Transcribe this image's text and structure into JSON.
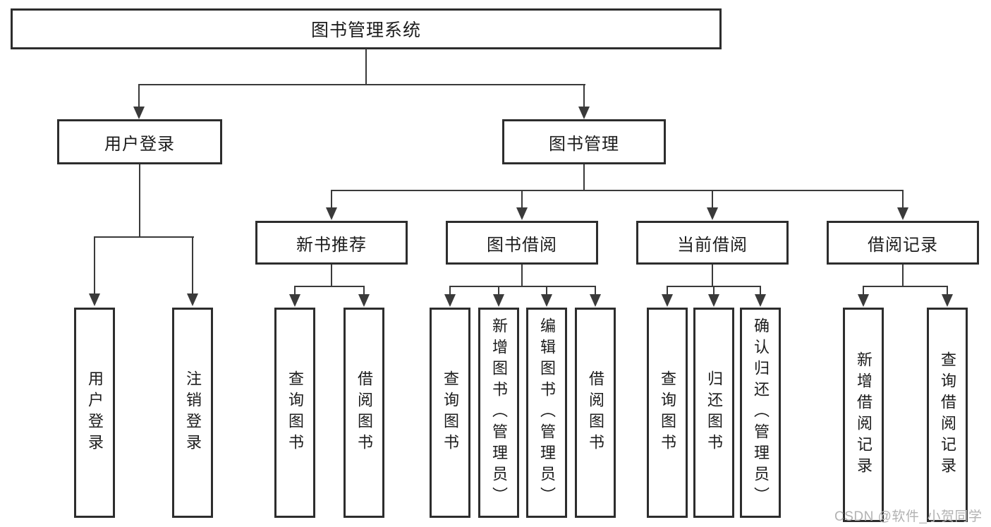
{
  "tree": {
    "root": {
      "label": "图书管理系统",
      "children": [
        {
          "label": "用户登录",
          "children": [
            {
              "label": "用户登录"
            },
            {
              "label": "注销登录"
            }
          ]
        },
        {
          "label": "图书管理",
          "children": [
            {
              "label": "新书推荐",
              "children": [
                {
                  "label": "查询图书"
                },
                {
                  "label": "借阅图书"
                }
              ]
            },
            {
              "label": "图书借阅",
              "children": [
                {
                  "label": "查询图书"
                },
                {
                  "label": "新增图书（管理员）"
                },
                {
                  "label": "编辑图书（管理员）"
                },
                {
                  "label": "借阅图书"
                }
              ]
            },
            {
              "label": "当前借阅",
              "children": [
                {
                  "label": "查询图书"
                },
                {
                  "label": "归还图书"
                },
                {
                  "label": "确认归还（管理员）"
                }
              ]
            },
            {
              "label": "借阅记录",
              "children": [
                {
                  "label": "新增借阅记录"
                },
                {
                  "label": "查询借阅记录"
                }
              ]
            }
          ]
        }
      ]
    }
  },
  "watermark": {
    "text": "CSDN @软件_小贺同学"
  },
  "colors": {
    "line": "#3a3a3a",
    "box_border": "#2d2d2d",
    "text": "#1c1c1c",
    "watermark": "#b2b2b2",
    "background": "#ffffff"
  }
}
